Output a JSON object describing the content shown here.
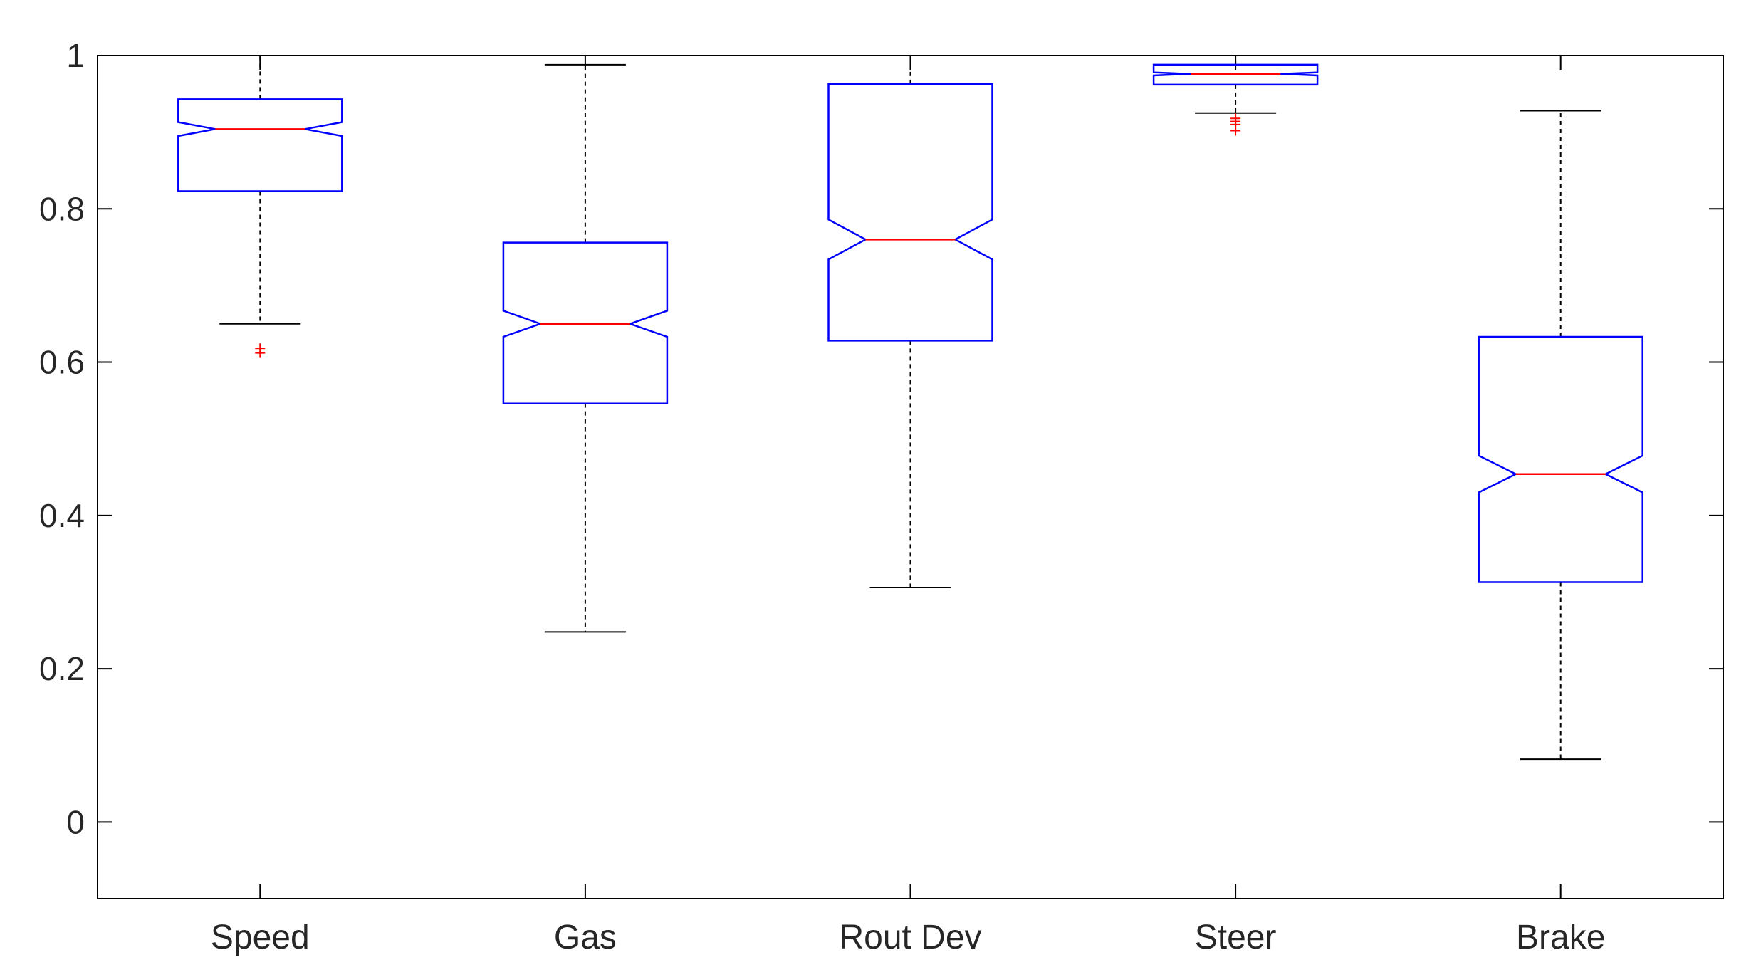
{
  "chart_data": {
    "type": "boxplot",
    "title": "",
    "xlabel": "",
    "ylabel": "",
    "ylim": [
      -0.1,
      1.0
    ],
    "yticks": [
      0,
      0.2,
      0.4,
      0.6,
      0.8,
      1
    ],
    "ytick_labels": [
      "0",
      "0.2",
      "0.4",
      "0.6",
      "0.8",
      "1"
    ],
    "categories": [
      "Speed",
      "Gas",
      "Rout Dev",
      "Steer",
      "Brake"
    ],
    "notched": true,
    "grid": false,
    "colors": {
      "box": "#0000ff",
      "median": "#ff0000",
      "whisker": "#000000",
      "outlier": "#ff0000",
      "axes": "#000000"
    },
    "boxes": [
      {
        "label": "Speed",
        "whisker_low": 0.65,
        "q1": 0.823,
        "notch_low": 0.895,
        "median": 0.904,
        "notch_high": 0.913,
        "q3": 0.943,
        "whisker_high": 1.0,
        "outliers": [
          0.618,
          0.612
        ]
      },
      {
        "label": "Gas",
        "whisker_low": 0.248,
        "q1": 0.546,
        "notch_low": 0.633,
        "median": 0.65,
        "notch_high": 0.667,
        "q3": 0.756,
        "whisker_high": 0.988,
        "outliers": []
      },
      {
        "label": "Rout Dev",
        "whisker_low": 0.306,
        "q1": 0.628,
        "notch_low": 0.734,
        "median": 0.76,
        "notch_high": 0.786,
        "q3": 0.963,
        "whisker_high": 1.0,
        "outliers": []
      },
      {
        "label": "Steer",
        "whisker_low": 0.925,
        "q1": 0.962,
        "notch_low": 0.974,
        "median": 0.976,
        "notch_high": 0.978,
        "q3": 0.988,
        "whisker_high": 1.0,
        "outliers": [
          0.918,
          0.914,
          0.91,
          0.902
        ]
      },
      {
        "label": "Brake",
        "whisker_low": 0.082,
        "q1": 0.313,
        "notch_low": 0.43,
        "median": 0.454,
        "notch_high": 0.478,
        "q3": 0.633,
        "whisker_high": 0.928,
        "outliers": []
      }
    ]
  }
}
